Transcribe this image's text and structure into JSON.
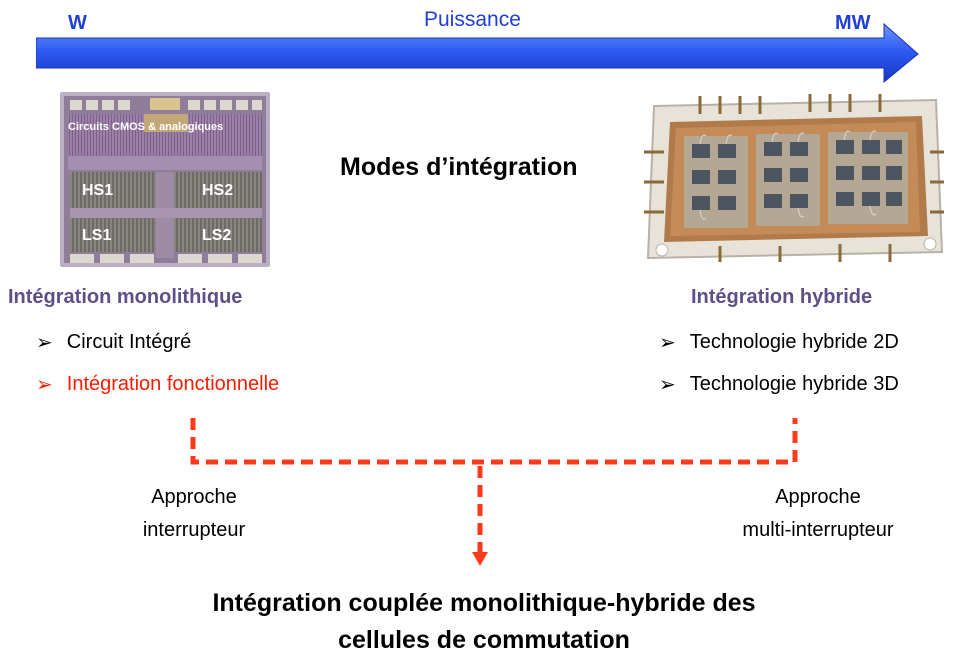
{
  "power_axis": {
    "left_label": "W",
    "center_label": "Puissance",
    "right_label": "MW",
    "color": "#1f4fe6"
  },
  "monolithic_chip": {
    "header": "Circuits CMOS & analogiques",
    "cells": [
      "HS1",
      "HS2",
      "LS1",
      "LS2"
    ]
  },
  "center_title": "Modes d’intégration",
  "left_section": {
    "title": "Intégration monolithique",
    "bullets": [
      {
        "text": "Circuit Intégré",
        "color": "#000000"
      },
      {
        "text": "Intégration fonctionnelle",
        "color": "#ff1a00"
      }
    ]
  },
  "right_section": {
    "title": "Intégration hybride",
    "bullets": [
      {
        "text": "Technologie hybride 2D",
        "color": "#000000"
      },
      {
        "text": "Technologie hybride 3D",
        "color": "#000000"
      }
    ]
  },
  "approaches": {
    "left": [
      "Approche",
      "interrupteur"
    ],
    "right": [
      "Approche",
      "multi-interrupteur"
    ]
  },
  "conclusion": [
    "Intégration couplée monolithique-hybride des",
    "cellules de commutation"
  ],
  "colors": {
    "title_purple": "#5e4f87",
    "dashed_connector": "#ff3a1a",
    "axis_blue": "#1f3fd6"
  },
  "bullet_icon": "arrowhead-bullet-icon"
}
